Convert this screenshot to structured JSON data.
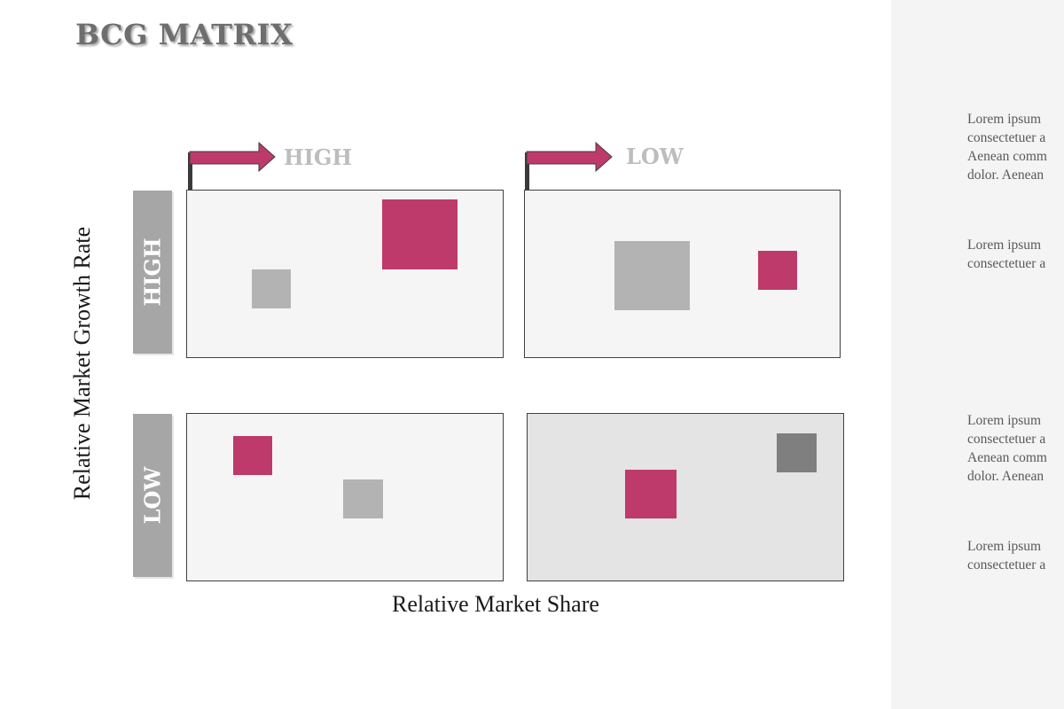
{
  "title": "BCG MATRIX",
  "x_axis_label": "Relative Market Share",
  "y_axis_label": "Relative Market Growth Rate",
  "columns": [
    {
      "label": "HIGH"
    },
    {
      "label": "LOW"
    }
  ],
  "rows": [
    {
      "label": "HIGH"
    },
    {
      "label": "LOW"
    }
  ],
  "notes": [
    {
      "lines": [
        "Lorem ipsum",
        "consectetuer a",
        "Aenean comm",
        "dolor. Aenean"
      ]
    },
    {
      "lines": [
        "Lorem ipsum",
        "consectetuer a"
      ]
    },
    {
      "lines": [
        "Lorem ipsum",
        "consectetuer a",
        "Aenean comm",
        "dolor. Aenean"
      ]
    },
    {
      "lines": [
        "Lorem ipsum",
        "consectetuer a"
      ]
    }
  ],
  "colors": {
    "accent": "#be3a6a",
    "gray": "#b3b3b3",
    "dark_gray": "#7f7f7f",
    "label_gray": "#bdbdbd",
    "row_bar": "#a6a6a6"
  }
}
